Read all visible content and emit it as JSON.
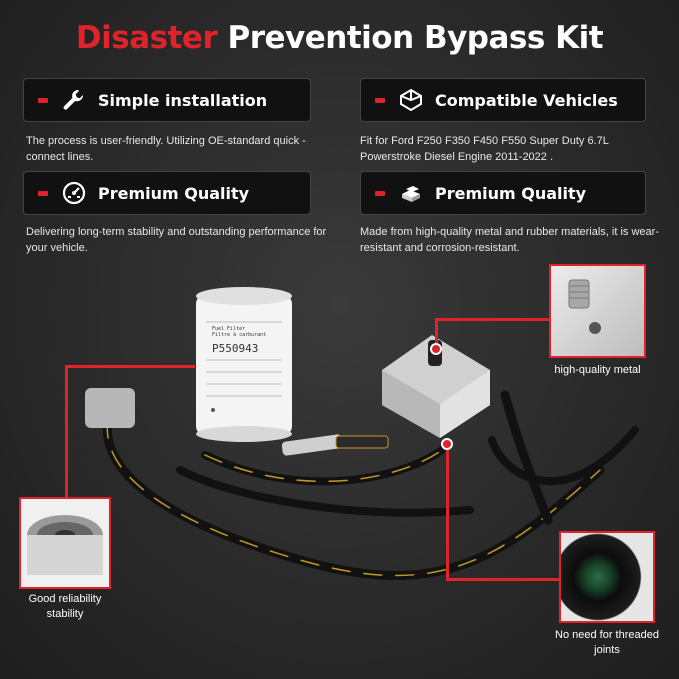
{
  "title": {
    "part1": "Disaster",
    "part2": " Prevention Bypass Kit"
  },
  "features": [
    {
      "label": "Simple installation",
      "icon": "wrench-icon",
      "desc": "The process is user-friendly. Utilizing OE-standard quick -connect lines."
    },
    {
      "label": "Compatible Vehicles",
      "icon": "cube-icon",
      "desc": "Fit for Ford F250 F350 F450 F550 Super Duty 6.7L Powerstroke Diesel Engine 2011-2022 ."
    },
    {
      "label": "Premium Quality",
      "icon": "gauge-icon",
      "desc": "Delivering long-term stability and outstanding performance for your vehicle."
    },
    {
      "label": "Premium Quality",
      "icon": "bars-icon",
      "desc": "Made from high-quality metal and rubber materials, it is wear-resistant and corrosion-resistant."
    }
  ],
  "filter_label": {
    "part_no": "P550943",
    "line1": "Fuel Filter",
    "line2": "Filtre à carburant"
  },
  "callouts": {
    "metal": "high-quality metal",
    "reliability": "Good reliability stability",
    "joints": "No need for threaded joints"
  },
  "colors": {
    "accent": "#e0232b",
    "background": "#2a2a2a",
    "box": "#111111"
  }
}
